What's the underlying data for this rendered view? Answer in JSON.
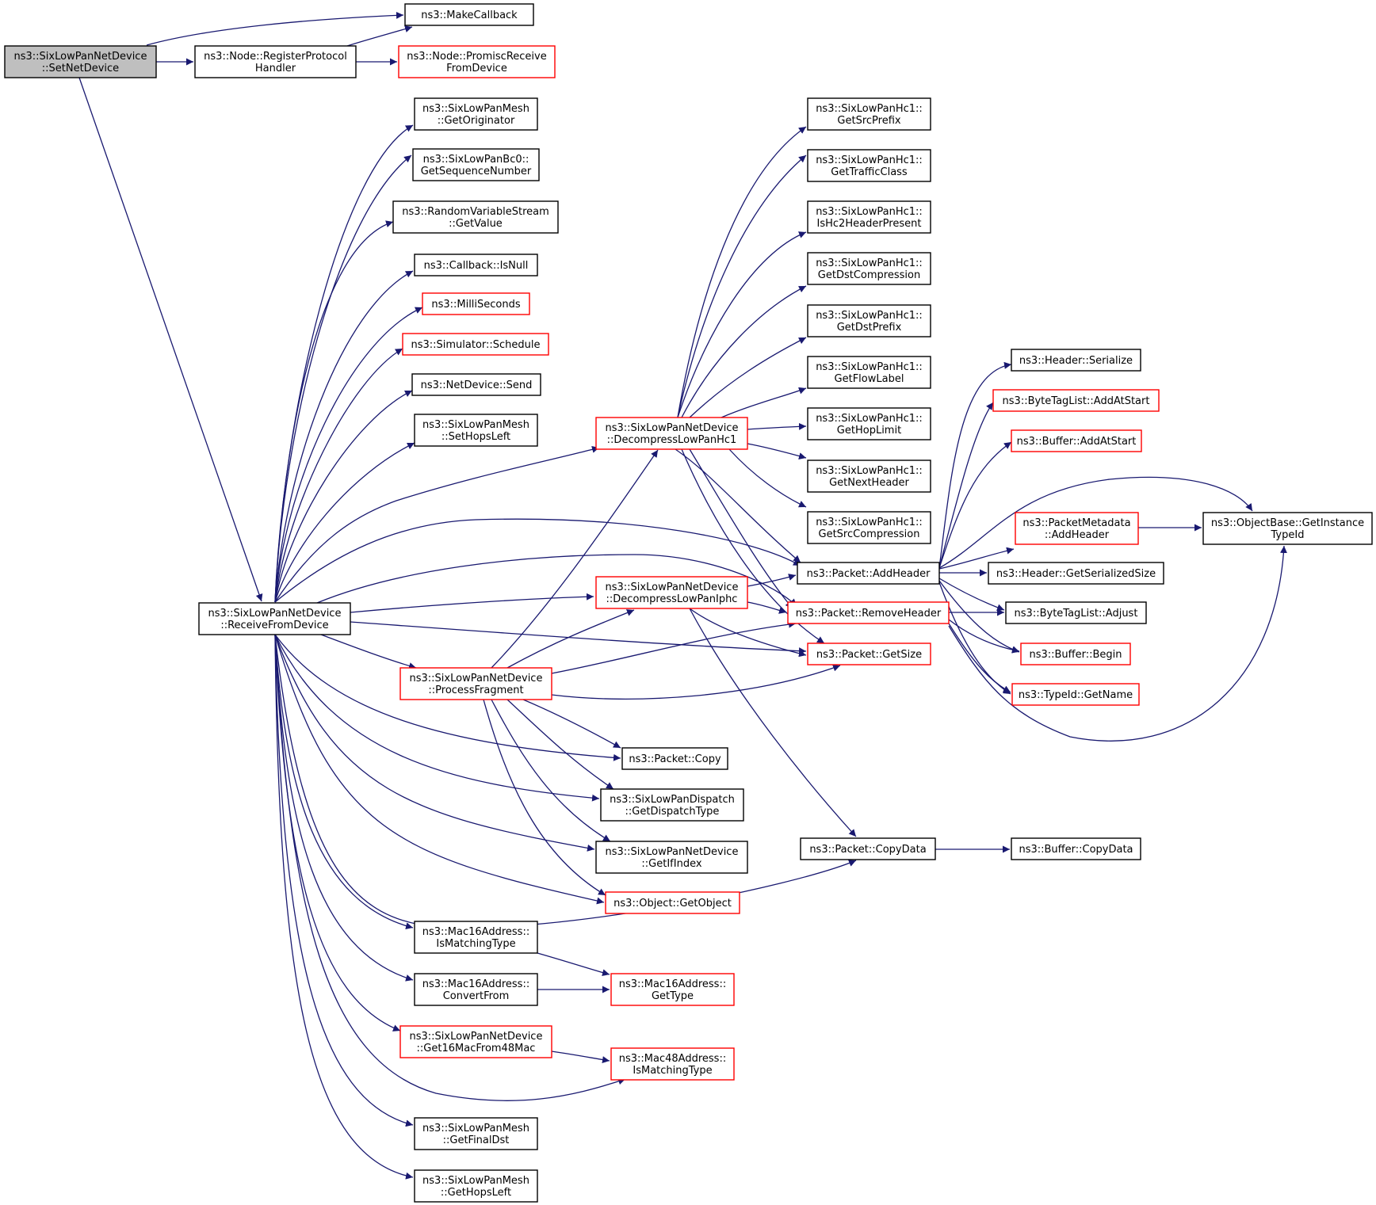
{
  "diagram": {
    "nodes": [
      {
        "id": "setnetdevice",
        "lines": [
          "ns3::SixLowPanNetDevice",
          "::SetNetDevice"
        ],
        "style": "selected"
      },
      {
        "id": "makecallback",
        "lines": [
          "ns3::MakeCallback"
        ],
        "style": "black"
      },
      {
        "id": "registerprotocol",
        "lines": [
          "ns3::Node::RegisterProtocol",
          "Handler"
        ],
        "style": "black"
      },
      {
        "id": "promiscreceive",
        "lines": [
          "ns3::Node::PromiscReceive",
          "FromDevice"
        ],
        "style": "red"
      },
      {
        "id": "receivefromdevice",
        "lines": [
          "ns3::SixLowPanNetDevice",
          "::ReceiveFromDevice"
        ],
        "style": "black"
      },
      {
        "id": "getoriginator",
        "lines": [
          "ns3::SixLowPanMesh",
          "::GetOriginator"
        ],
        "style": "black"
      },
      {
        "id": "getsequencenumber",
        "lines": [
          "ns3::SixLowPanBc0::",
          "GetSequenceNumber"
        ],
        "style": "black"
      },
      {
        "id": "getvalue",
        "lines": [
          "ns3::RandomVariableStream",
          "::GetValue"
        ],
        "style": "black"
      },
      {
        "id": "isnull",
        "lines": [
          "ns3::Callback::IsNull"
        ],
        "style": "black"
      },
      {
        "id": "milliseconds",
        "lines": [
          "ns3::MilliSeconds"
        ],
        "style": "red"
      },
      {
        "id": "schedule",
        "lines": [
          "ns3::Simulator::Schedule"
        ],
        "style": "red"
      },
      {
        "id": "send",
        "lines": [
          "ns3::NetDevice::Send"
        ],
        "style": "black"
      },
      {
        "id": "sethopsleft",
        "lines": [
          "ns3::SixLowPanMesh",
          "::SetHopsLeft"
        ],
        "style": "black"
      },
      {
        "id": "decompresshc1",
        "lines": [
          "ns3::SixLowPanNetDevice",
          "::DecompressLowPanHc1"
        ],
        "style": "red"
      },
      {
        "id": "decompressiphc",
        "lines": [
          "ns3::SixLowPanNetDevice",
          "::DecompressLowPanIphc"
        ],
        "style": "red"
      },
      {
        "id": "processfragment",
        "lines": [
          "ns3::SixLowPanNetDevice",
          "::ProcessFragment"
        ],
        "style": "red"
      },
      {
        "id": "packetcopy",
        "lines": [
          "ns3::Packet::Copy"
        ],
        "style": "black"
      },
      {
        "id": "getdispatchtype",
        "lines": [
          "ns3::SixLowPanDispatch",
          "::GetDispatchType"
        ],
        "style": "black"
      },
      {
        "id": "getifindex",
        "lines": [
          "ns3::SixLowPanNetDevice",
          "::GetIfIndex"
        ],
        "style": "black"
      },
      {
        "id": "getobject",
        "lines": [
          "ns3::Object::GetObject"
        ],
        "style": "red"
      },
      {
        "id": "m16ismatching",
        "lines": [
          "ns3::Mac16Address::",
          "IsMatchingType"
        ],
        "style": "black"
      },
      {
        "id": "m16convertfrom",
        "lines": [
          "ns3::Mac16Address::",
          "ConvertFrom"
        ],
        "style": "black"
      },
      {
        "id": "get16mac",
        "lines": [
          "ns3::SixLowPanNetDevice",
          "::Get16MacFrom48Mac"
        ],
        "style": "red"
      },
      {
        "id": "getfinaldst",
        "lines": [
          "ns3::SixLowPanMesh",
          "::GetFinalDst"
        ],
        "style": "black"
      },
      {
        "id": "gethopsleft",
        "lines": [
          "ns3::SixLowPanMesh",
          "::GetHopsLeft"
        ],
        "style": "black"
      },
      {
        "id": "m16gettype",
        "lines": [
          "ns3::Mac16Address::",
          "GetType"
        ],
        "style": "red"
      },
      {
        "id": "m48ismatching",
        "lines": [
          "ns3::Mac48Address::",
          "IsMatchingType"
        ],
        "style": "red"
      },
      {
        "id": "getsrcprefix",
        "lines": [
          "ns3::SixLowPanHc1::",
          "GetSrcPrefix"
        ],
        "style": "black"
      },
      {
        "id": "gettrafficclass",
        "lines": [
          "ns3::SixLowPanHc1::",
          "GetTrafficClass"
        ],
        "style": "black"
      },
      {
        "id": "ishc2",
        "lines": [
          "ns3::SixLowPanHc1::",
          "IsHc2HeaderPresent"
        ],
        "style": "black"
      },
      {
        "id": "getdstcompression",
        "lines": [
          "ns3::SixLowPanHc1::",
          "GetDstCompression"
        ],
        "style": "black"
      },
      {
        "id": "getdstprefix",
        "lines": [
          "ns3::SixLowPanHc1::",
          "GetDstPrefix"
        ],
        "style": "black"
      },
      {
        "id": "getflowlabel",
        "lines": [
          "ns3::SixLowPanHc1::",
          "GetFlowLabel"
        ],
        "style": "black"
      },
      {
        "id": "gethoplimit",
        "lines": [
          "ns3::SixLowPanHc1::",
          "GetHopLimit"
        ],
        "style": "black"
      },
      {
        "id": "getnextheader",
        "lines": [
          "ns3::SixLowPanHc1::",
          "GetNextHeader"
        ],
        "style": "black"
      },
      {
        "id": "getsrccompression",
        "lines": [
          "ns3::SixLowPanHc1::",
          "GetSrcCompression"
        ],
        "style": "black"
      },
      {
        "id": "addheader",
        "lines": [
          "ns3::Packet::AddHeader"
        ],
        "style": "black"
      },
      {
        "id": "removeheader",
        "lines": [
          "ns3::Packet::RemoveHeader"
        ],
        "style": "red"
      },
      {
        "id": "getsize",
        "lines": [
          "ns3::Packet::GetSize"
        ],
        "style": "red"
      },
      {
        "id": "copydata",
        "lines": [
          "ns3::Packet::CopyData"
        ],
        "style": "black"
      },
      {
        "id": "headerserialize",
        "lines": [
          "ns3::Header::Serialize"
        ],
        "style": "black"
      },
      {
        "id": "bytetagaddatstart",
        "lines": [
          "ns3::ByteTagList::AddAtStart"
        ],
        "style": "red"
      },
      {
        "id": "bufferaddatstart",
        "lines": [
          "ns3::Buffer::AddAtStart"
        ],
        "style": "red"
      },
      {
        "id": "metadataaddheader",
        "lines": [
          "ns3::PacketMetadata",
          "::AddHeader"
        ],
        "style": "red"
      },
      {
        "id": "getserializedsize",
        "lines": [
          "ns3::Header::GetSerializedSize"
        ],
        "style": "black"
      },
      {
        "id": "bytetagadjust",
        "lines": [
          "ns3::ByteTagList::Adjust"
        ],
        "style": "black"
      },
      {
        "id": "bufferbegin",
        "lines": [
          "ns3::Buffer::Begin"
        ],
        "style": "red"
      },
      {
        "id": "typeidgetname",
        "lines": [
          "ns3::TypeId::GetName"
        ],
        "style": "red"
      },
      {
        "id": "buffercopydata",
        "lines": [
          "ns3::Buffer::CopyData"
        ],
        "style": "black"
      },
      {
        "id": "getinstancetypeid",
        "lines": [
          "ns3::ObjectBase::GetInstance",
          "TypeId"
        ],
        "style": "black"
      }
    ]
  }
}
